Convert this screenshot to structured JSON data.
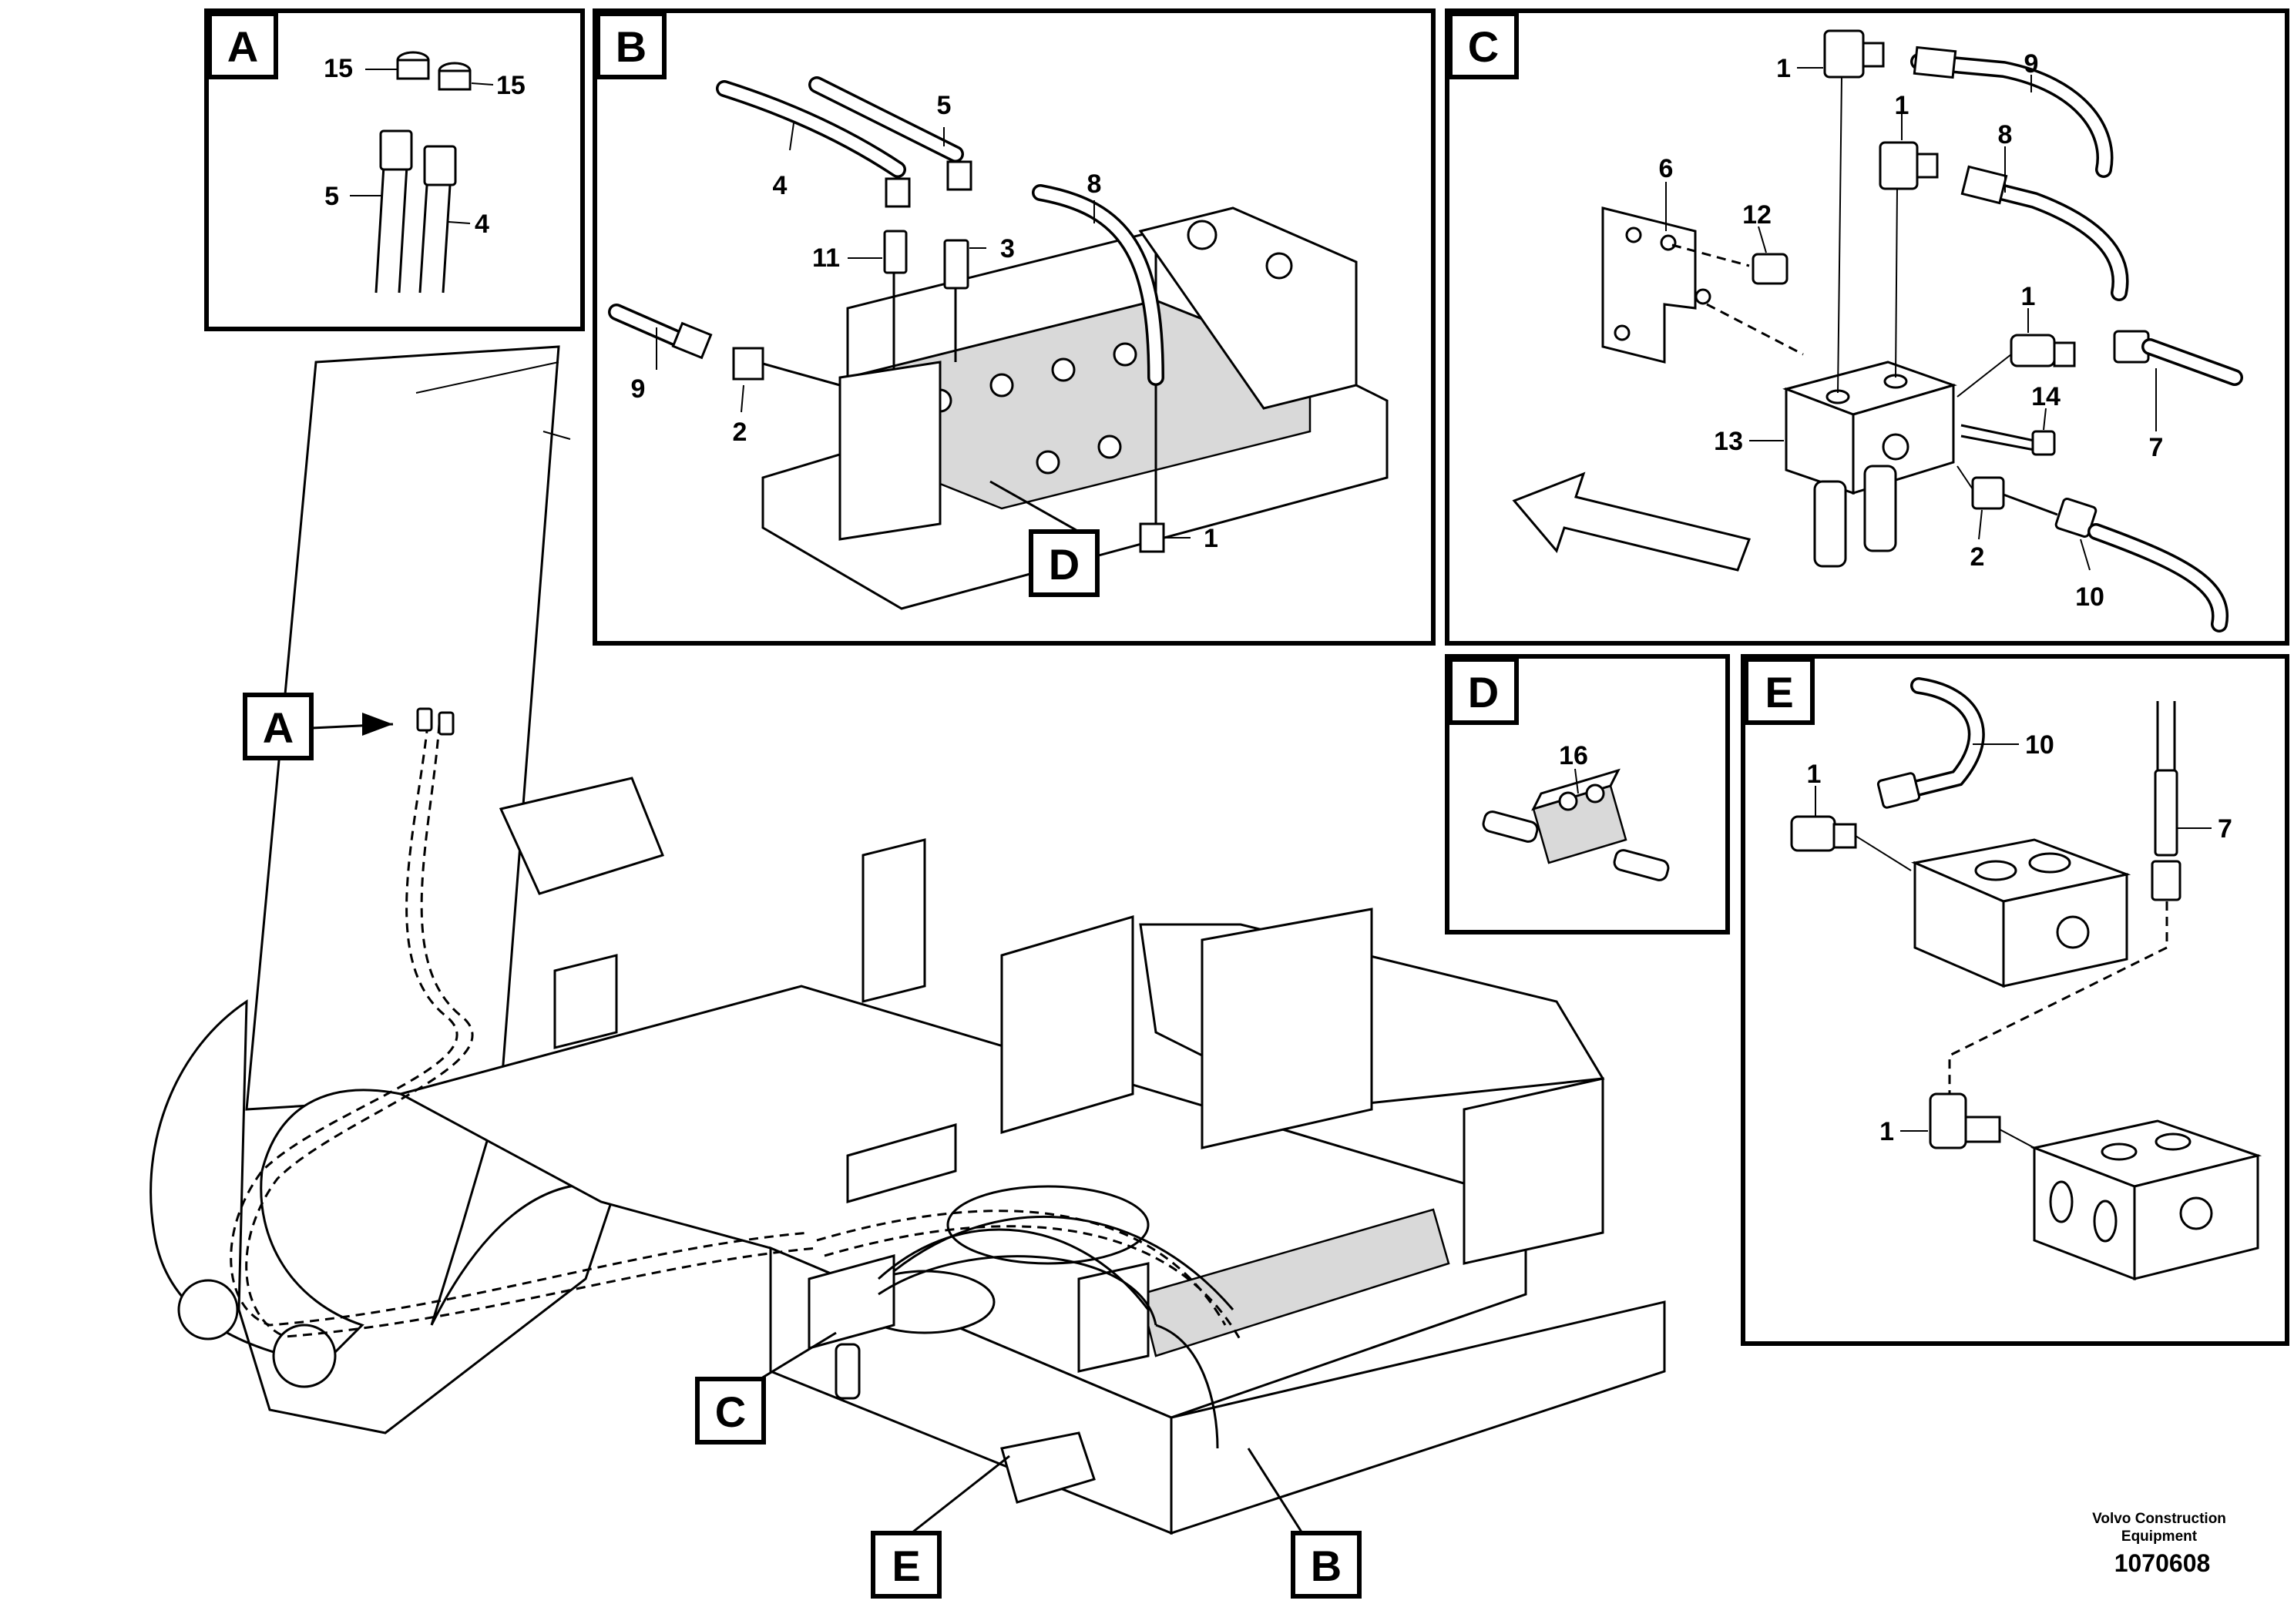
{
  "panels": {
    "A": {
      "tag": "A",
      "callouts": {
        "plug_left": "15",
        "plug_right": "15",
        "hose_left": "5",
        "hose_right": "4"
      }
    },
    "B": {
      "tag": "B",
      "callouts": {
        "hose_4": "4",
        "hose_5": "5",
        "hose_8": "8",
        "fitting_11": "11",
        "fitting_3": "3",
        "hose_9": "9",
        "fitting_2": "2",
        "elbow_1": "1"
      },
      "detail_tag": "D"
    },
    "C": {
      "tag": "C",
      "callouts": {
        "elbow_1a": "1",
        "elbow_1b": "1",
        "elbow_1c": "1",
        "hose_9": "9",
        "hose_8": "8",
        "bracket_6": "6",
        "screw_12": "12",
        "screw_14": "14",
        "block_13": "13",
        "hose_7": "7",
        "fitting_2": "2",
        "hose_10": "10"
      }
    },
    "D": {
      "tag": "D",
      "callouts": {
        "valve_16": "16"
      }
    },
    "E": {
      "tag": "E",
      "callouts": {
        "hose_10": "10",
        "elbow_1a": "1",
        "hose_7": "7",
        "elbow_1b": "1"
      }
    }
  },
  "overview": {
    "tag_A": "A",
    "tag_B": "B",
    "tag_C": "C",
    "tag_E": "E"
  },
  "footer": {
    "brand_line1": "Volvo Construction",
    "brand_line2": "Equipment",
    "doc_number": "1070608"
  }
}
